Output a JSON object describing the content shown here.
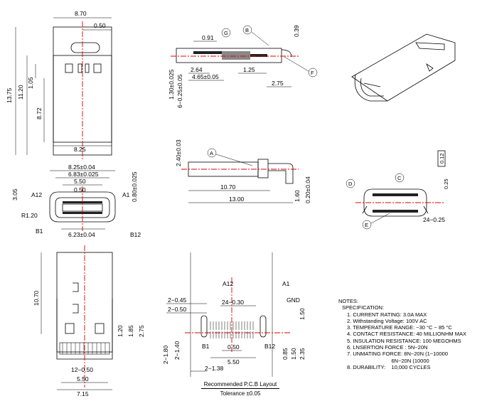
{
  "views": {
    "top": {
      "width": "8.70",
      "slot_w": "0.50",
      "length": "13.75",
      "body_len": "11.20",
      "pin_len": "1.05",
      "inner_len": "8.72",
      "bottom_w": "8.25"
    },
    "side": {
      "g": "0.91",
      "b_dim": "0.39",
      "h1": "1.30±0.025",
      "h2": "6−0.25±0.05",
      "d1": "2.64",
      "d2": "4.65±0.05",
      "d3": "1.25",
      "d4": "2.75"
    },
    "side2": {
      "height": "2.40±0.03",
      "l1": "10.70",
      "l2": "13.00",
      "t1": "1.60",
      "t2": "0.20±0.04"
    },
    "front": {
      "w1": "8.25±0.04",
      "w2": "6.83±0.025",
      "w3": "5.50",
      "w4": "0.50",
      "h": "3.05",
      "h2": "0.80±0.025",
      "r": "R1.20",
      "bottom": "6.23±0.04",
      "a12": "A12",
      "a1": "A1",
      "b1": "B1",
      "b12": "B12"
    },
    "end": {
      "t": "0.12",
      "h": "0.25",
      "w": "24−0.25"
    },
    "bottom": {
      "len": "10.70",
      "d1": "1.20",
      "d2": "1.85",
      "d3": "2.75",
      "pitch": "12−0.50",
      "w1": "5.50",
      "w2": "7.15"
    },
    "pcb": {
      "a12": "A12",
      "a1": "A1",
      "gnd": "GND",
      "b1": "B1",
      "b12": "B12",
      "d1": "2−0.45",
      "d2": "2−0.50",
      "pitch": "24−0.30",
      "d3": "1.50",
      "d4": "0.50",
      "d5": "5.50",
      "v1": "2−1.80",
      "v2": "2−1.40",
      "v3": "0.85",
      "v4": "1.50",
      "v5": "2.35",
      "d6": "2−1.38"
    }
  },
  "callouts": {
    "a": "A",
    "b": "B",
    "c": "C",
    "d": "D",
    "e": "E",
    "f": "F",
    "g": "G"
  },
  "caption": {
    "title": "Recommended P.C.B Layout",
    "tolerance": "Tolerance ±0.05"
  },
  "notes": {
    "heading": "NOTES:",
    "sub": "SPECIFICATION:",
    "items": [
      "1. CURRENT RATING: 3.0A MAX",
      "2. Withstanding Voltage: 100V AC",
      "3. TEMPERATURE RANGE: −30 °C ~ 85 °C",
      "4. CONTACT RESISTANCE: 40 MILLIONHM MAX",
      "5. INSULATION RESISTANCE: 100 MEGOHMS",
      "6. LNSERTION FORCE : 5N~20N",
      "7. UNMATING FORCE: 8N~20N (1~10000",
      "                              6N~20N (10000",
      "8. DURABILITY:    10,000 CYCLES"
    ]
  }
}
